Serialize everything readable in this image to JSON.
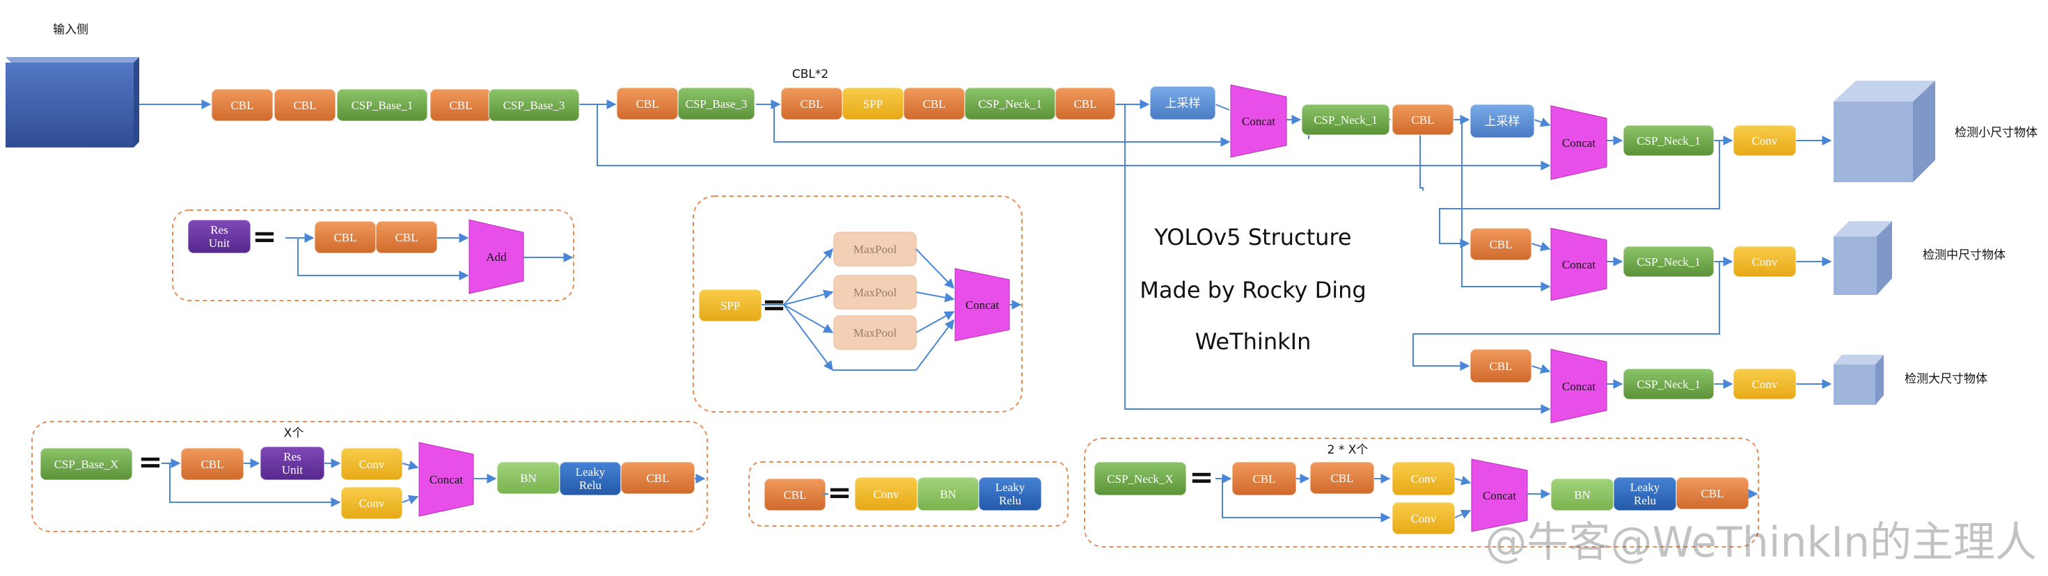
{
  "input_label": "输入侧",
  "backbone": {
    "row1": [
      "CBL",
      "CBL",
      "CSP_Base_1",
      "CBL",
      "CSP_Base_3"
    ],
    "row2": [
      "CBL",
      "CSP_Base_3"
    ],
    "multiplier_label": "CBL*2",
    "row3": [
      "CBL",
      "SPP",
      "CBL",
      "CSP_Neck_1",
      "CBL"
    ]
  },
  "neck": {
    "upsample_label": "上采样",
    "concat_label": "Concat",
    "csp_neck_label": "CSP_Neck_1",
    "cbl_label": "CBL",
    "conv_label": "Conv"
  },
  "outputs": {
    "small": "检测小尺寸物体",
    "medium": "检测中尺寸物体",
    "large": "检测大尺寸物体"
  },
  "title_block": {
    "line1": "YOLOv5 Structure",
    "line2": "Made by Rocky Ding",
    "line3": "WeThinkIn"
  },
  "legends": {
    "res_unit": {
      "name": "Res Unit",
      "equals": "=",
      "blocks": [
        "CBL",
        "CBL"
      ],
      "merge": "Add"
    },
    "spp": {
      "name": "SPP",
      "equals": "=",
      "pools": [
        "MaxPool",
        "MaxPool",
        "MaxPool"
      ],
      "merge": "Concat"
    },
    "csp_base_x": {
      "name": "CSP_Base_X",
      "equals": "=",
      "repeat_label": "X个",
      "cbl": "CBL",
      "res_unit": "Res Unit",
      "conv_top": "Conv",
      "conv_bottom": "Conv",
      "merge": "Concat",
      "bn": "BN",
      "leaky": "Leaky Relu",
      "cbl_end": "CBL"
    },
    "cbl": {
      "name": "CBL",
      "equals": "=",
      "conv": "Conv",
      "bn": "BN",
      "leaky": "Leaky Relu"
    },
    "csp_neck_x": {
      "name": "CSP_Neck_X",
      "equals": "=",
      "repeat_label": "2 * X个",
      "cbl1": "CBL",
      "cbl2": "CBL",
      "conv_top": "Conv",
      "conv_bottom": "Conv",
      "merge": "Concat",
      "bn": "BN",
      "leaky": "Leaky Relu",
      "cbl_end": "CBL"
    }
  },
  "watermark": "@牛客@WeThinkIn的主理人",
  "colors": {
    "cbl": "#e07c3e",
    "csp": "#6fa84a",
    "spp": "#f2b81f",
    "conv": "#f3bb2e",
    "concat": "#e84fe8",
    "upsample": "#5b8fd4",
    "input": "#3b5fa8",
    "bn": "#8cc463",
    "leaky": "#2f6ec0",
    "res_unit": "#6b35a3",
    "maxpool": "#f2cfb5",
    "cube": "#9fb5dc",
    "arrow": "#4a86d6",
    "dashed": "#e88c5a"
  }
}
